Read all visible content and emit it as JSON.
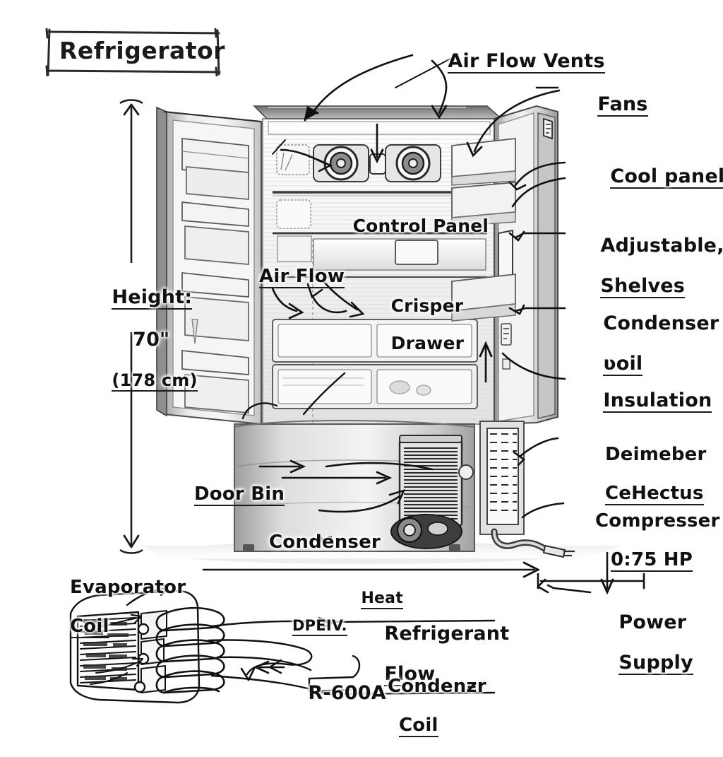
{
  "title": {
    "text": "Refrigerator"
  },
  "dimension": {
    "height_label": "Height:",
    "height_value": "70\"",
    "height_metric": "(178 cm)"
  },
  "callouts": {
    "air_flow_vents": "Air Flow Vents",
    "fans": "Fans",
    "cool_panel": "Cool panel",
    "adjustable_shelves_line1": "Adjustable,",
    "adjustable_shelves_line2": "Shelves",
    "condenser_coil_line1": "Condenser",
    "condenser_coil_line2": "ʋoil",
    "insulation": "Insulation",
    "defrost_line1": "Deimeber",
    "defrost_line2": "CeHectus",
    "compressor_line1": "Compresser",
    "compressor_line2": "0:75 HP",
    "power_supply_line1": "Power",
    "power_supply_line2": "Supply",
    "control_panel": "Control Panel",
    "air_flow": "Air Flow",
    "crisper_line1": "Crisper",
    "crisper_line2": "Drawer",
    "door_bin": "Door Bin",
    "condenser": "Condenser",
    "heat": "Heat"
  },
  "inset": {
    "evaporator_line1": "Evaporator",
    "evaporator_line2": "Coil",
    "open_label": "DPEIV.",
    "refrigerant_line1": "Refrigerant",
    "refrigerant_line2": "Flow",
    "refrigerant_type": "R-600A",
    "condenser_coil_line1": "Condenƶr",
    "condenser_coil_line2": "Coil"
  },
  "colors": {
    "ink": "#1b1b1b",
    "paper": "#ffffff",
    "metal_light": "#e9e9e9",
    "metal_mid": "#b9b9b9",
    "metal_dark": "#6e6e6e"
  }
}
